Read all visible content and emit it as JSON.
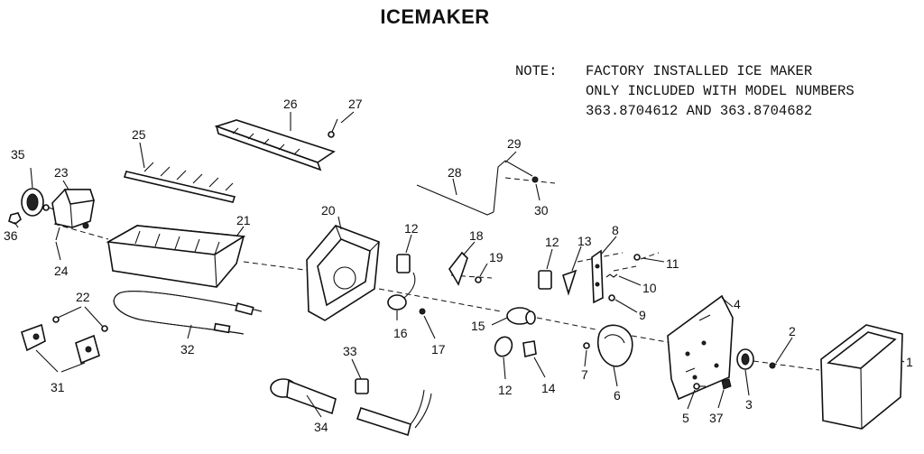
{
  "title": "ICEMAKER",
  "note": {
    "label": "NOTE:",
    "lines": [
      "FACTORY INSTALLED ICE MAKER",
      "ONLY INCLUDED WITH MODEL NUMBERS",
      "363.8704612 AND 363.8704682"
    ]
  },
  "callouts": [
    "1",
    "2",
    "3",
    "4",
    "5",
    "6",
    "7",
    "8",
    "9",
    "10",
    "11",
    "12",
    "12",
    "12",
    "13",
    "14",
    "15",
    "16",
    "17",
    "18",
    "19",
    "20",
    "21",
    "22",
    "23",
    "24",
    "25",
    "26",
    "27",
    "28",
    "29",
    "30",
    "31",
    "32",
    "33",
    "34",
    "35",
    "36",
    "37"
  ]
}
